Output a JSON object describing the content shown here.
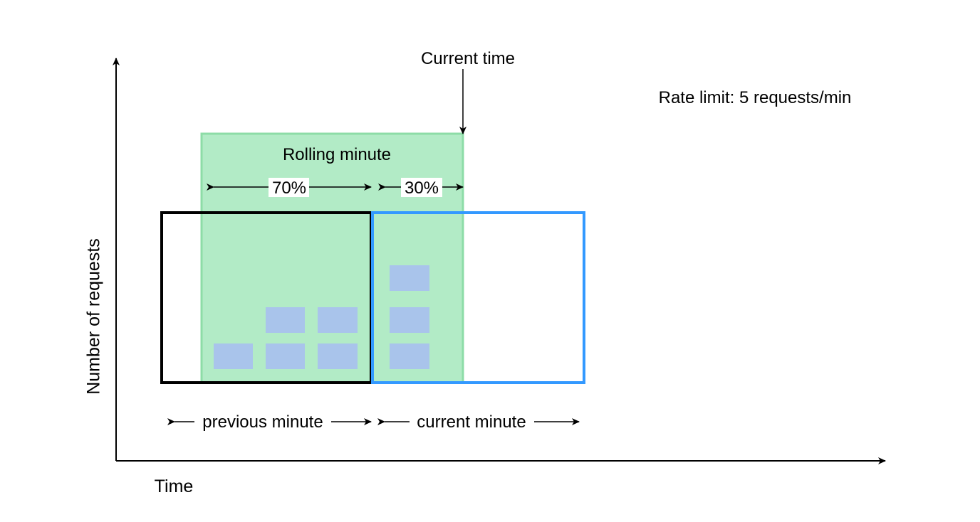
{
  "labels": {
    "current_time": "Current time",
    "rate_limit": "Rate limit: 5 requests/min",
    "rolling_minute": "Rolling minute",
    "pct_previous": "70%",
    "pct_current": "30%",
    "previous_minute": "previous minute",
    "current_minute": "current minute",
    "y_axis": "Number of requests",
    "x_axis": "Time"
  },
  "requests": {
    "previous_minute_count": 5,
    "current_minute_count": 3
  },
  "colors": {
    "rolling_window": "#b2ebc6",
    "rolling_window_border": "#8ddca7",
    "previous_window_border": "#000000",
    "current_window_border": "#3399ff",
    "request_block": "#a9c4eb",
    "axis": "#000000"
  }
}
